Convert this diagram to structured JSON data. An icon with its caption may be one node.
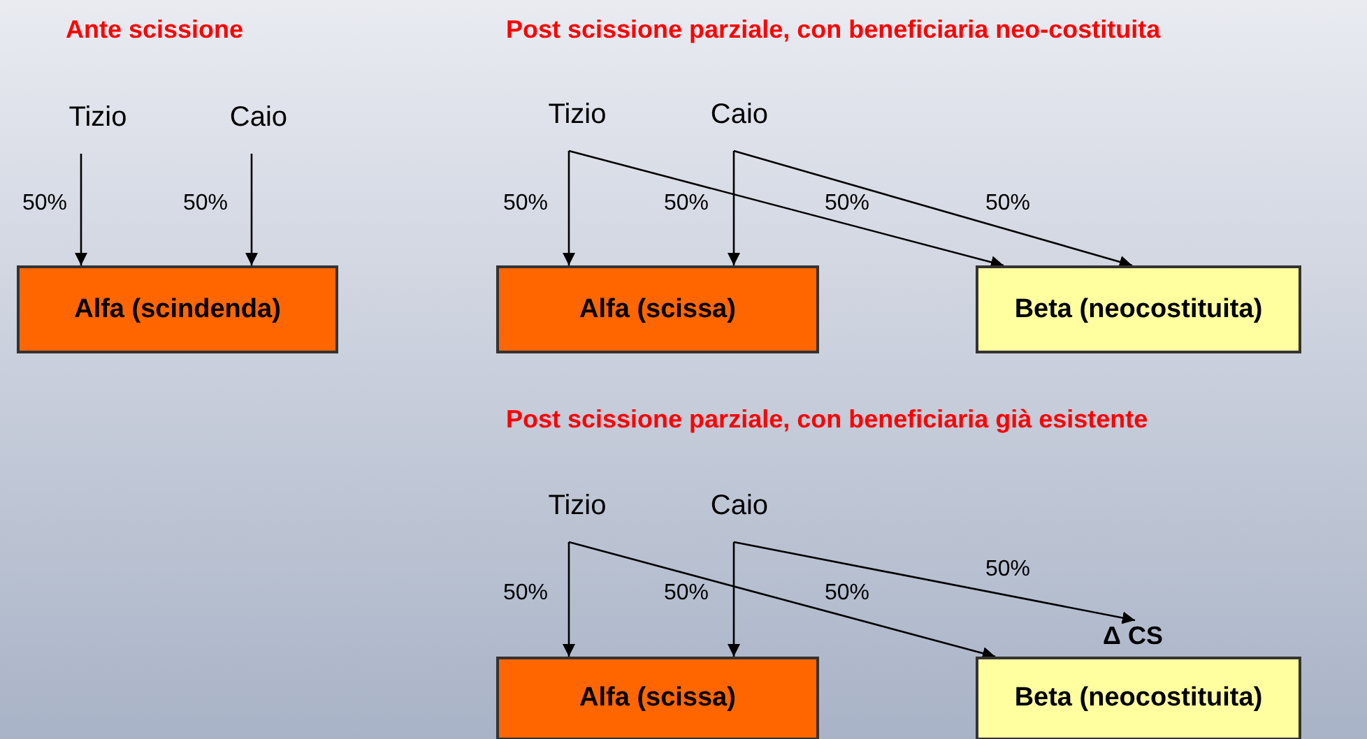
{
  "diagram": {
    "nodes": [
      {
        "text": [
          "Tizio"
        ]
      },
      {
        "text": [
          "Caio"
        ]
      },
      {
        "text": [
          "Alfa (scindenda)"
        ]
      },
      {
        "text": [
          "Tizio"
        ]
      },
      {
        "text": [
          "Caio"
        ]
      },
      {
        "text": [
          "Alfa (scissa)"
        ]
      },
      {
        "text": [
          "Beta (neocostituita)"
        ]
      },
      {
        "text": [
          "Tizio"
        ]
      },
      {
        "text": [
          "Caio"
        ]
      },
      {
        "text": [
          "Alfa (scissa)"
        ]
      },
      {
        "text": [
          "Beta (neocostituita)"
        ]
      },
      {
        "text": [
          "Δ CS"
        ]
      }
    ],
    "edges": [
      {
        "from": 0,
        "to": 2,
        "arrow": "to",
        "label": "50%"
      },
      {
        "from": 1,
        "to": 2,
        "arrow": "to",
        "label": "50%"
      },
      {
        "from": 3,
        "to": 5,
        "arrow": "to",
        "label": "50%"
      },
      {
        "from": 3,
        "to": 6,
        "arrow": "to",
        "label": "50%"
      },
      {
        "from": 4,
        "to": 5,
        "arrow": "to",
        "label": "50%"
      },
      {
        "from": 4,
        "to": 6,
        "arrow": "to",
        "label": "50%"
      },
      {
        "from": 7,
        "to": 9,
        "arrow": "to",
        "label": "50%"
      },
      {
        "from": 7,
        "to": 10,
        "arrow": "to",
        "label": "50%"
      },
      {
        "from": 8,
        "to": 9,
        "arrow": "to",
        "label": "50%"
      },
      {
        "from": 8,
        "to": 11,
        "arrow": "to",
        "label": "50%"
      }
    ],
    "labels": [
      "Ante scissione",
      "Post scissione parziale, con beneficiaria neo-costituita",
      "Post scissione parziale, con beneficiaria già esistente"
    ]
  }
}
